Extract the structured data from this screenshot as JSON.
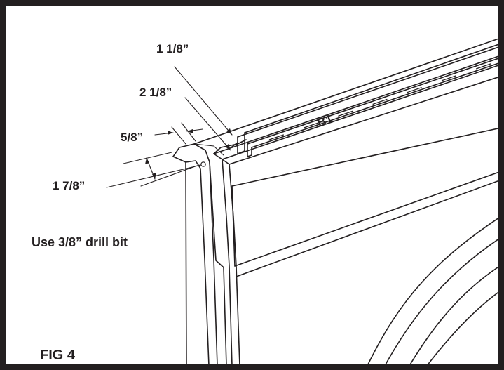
{
  "figure": {
    "label": "FIG 4",
    "part_label": "B1",
    "instruction": "Use 3/8” drill bit"
  },
  "dimensions": [
    {
      "id": "dim_1",
      "text": "1 1/8”"
    },
    {
      "id": "dim_2",
      "text": "2 1/8”"
    },
    {
      "id": "dim_3",
      "text": "5/8”"
    },
    {
      "id": "dim_4",
      "text": "1 7/8”"
    }
  ],
  "colors": {
    "ink": "#231f20",
    "paper": "#ffffff"
  }
}
